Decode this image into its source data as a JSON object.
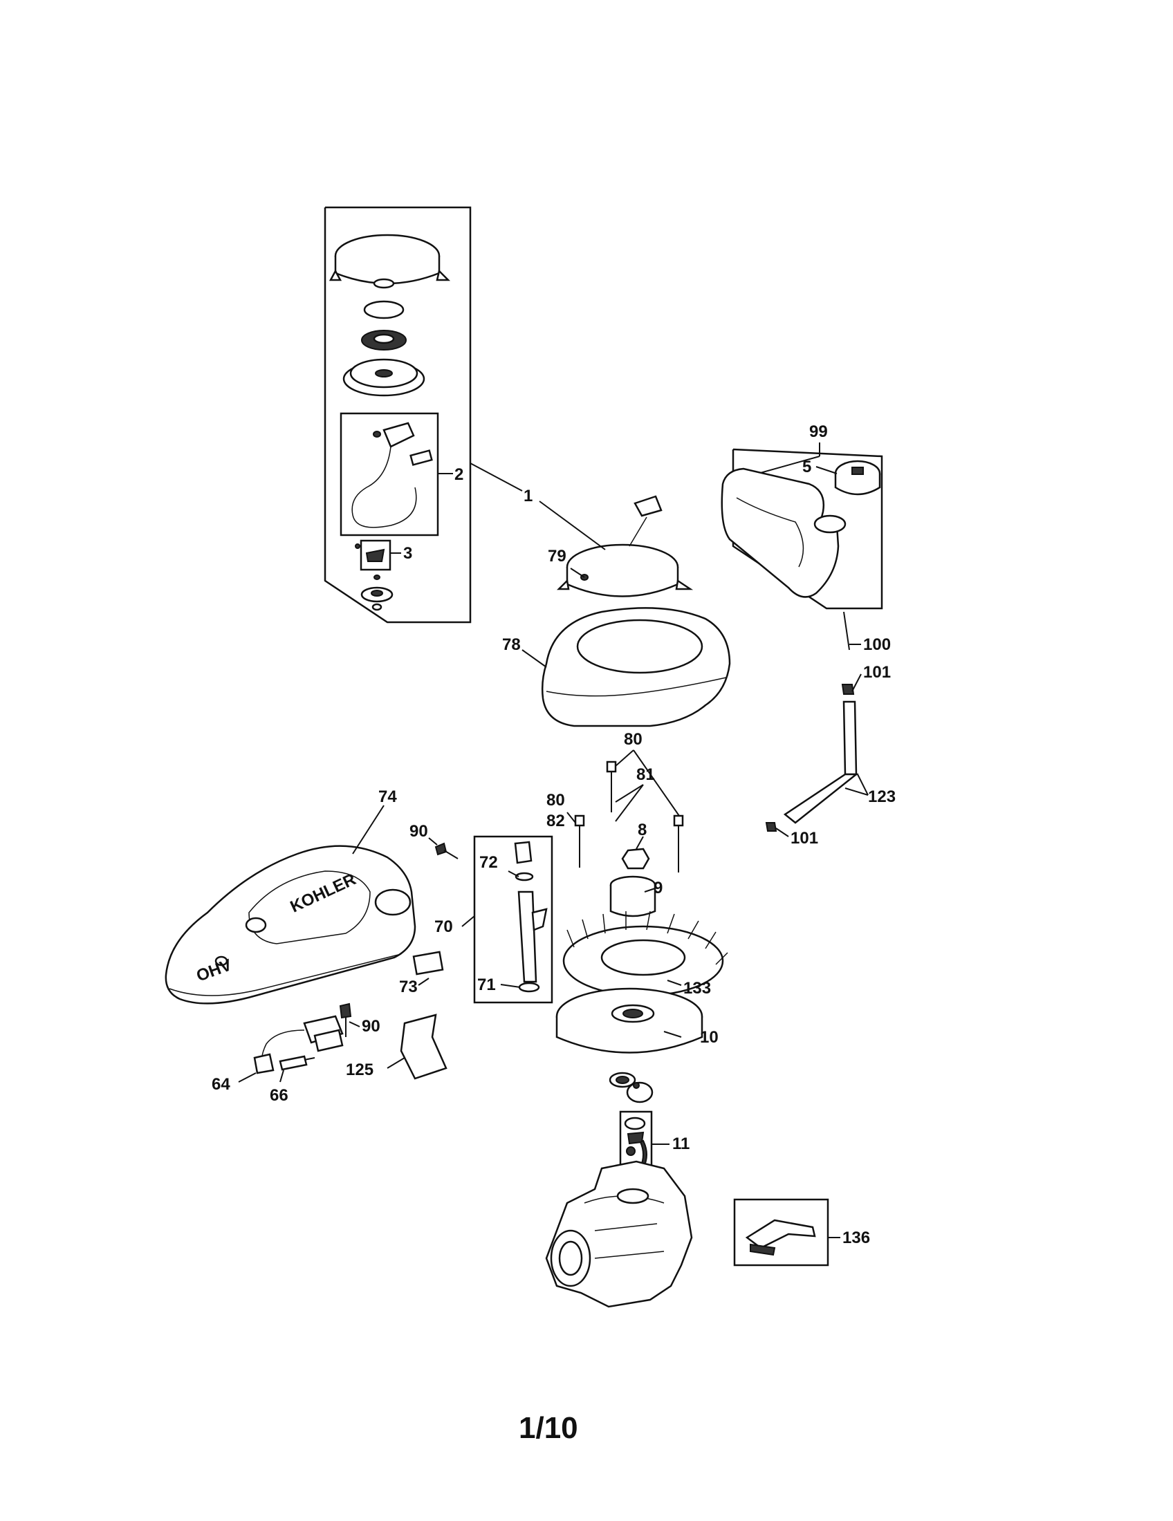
{
  "page_number": "1/10",
  "callouts": [
    "1",
    "2",
    "3",
    "5",
    "8",
    "9",
    "10",
    "11",
    "64",
    "66",
    "70",
    "71",
    "72",
    "73",
    "74",
    "78",
    "79",
    "80",
    "80",
    "81",
    "82",
    "90",
    "90",
    "99",
    "100",
    "101",
    "101",
    "123",
    "125",
    "133",
    "136"
  ],
  "embossed_text": {
    "brand": "KOHLER",
    "ohv": "OHV"
  },
  "colors": {
    "ink": "#111111",
    "paper": "#ffffff"
  }
}
